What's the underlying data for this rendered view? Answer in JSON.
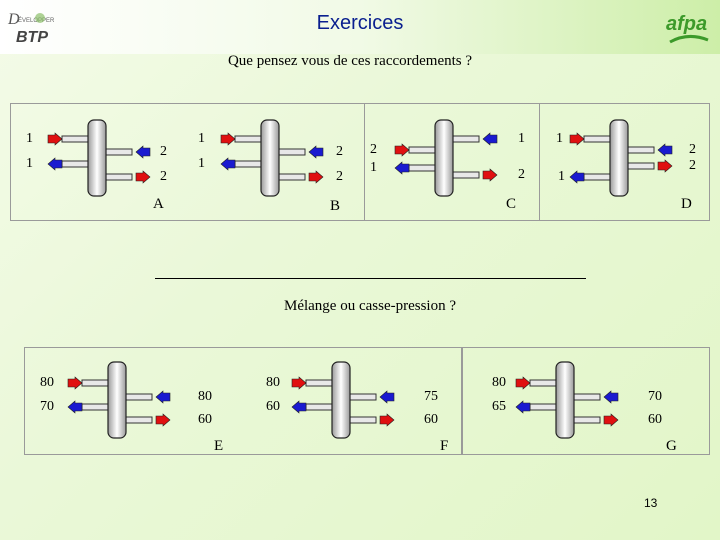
{
  "header": {
    "title": "Exercices",
    "logo_left_text": "BTP",
    "logo_right_text": "afpa"
  },
  "section1": {
    "question": "Que pensez vous de ces raccordements ?",
    "panels": [
      {
        "letter": "A",
        "left_in": "1",
        "left_out": "1",
        "right_in": "2",
        "right_out": "2"
      },
      {
        "letter": "B",
        "left_in": "1",
        "left_out": "1",
        "right_in": "2",
        "right_out": "2"
      },
      {
        "letter": "C",
        "left_in": "2",
        "left_out": "1",
        "right_in": "1",
        "right_out": "2"
      },
      {
        "letter": "D",
        "left_in": "1",
        "left_out": "1",
        "right_in": "2",
        "right_out": "2"
      }
    ]
  },
  "section2": {
    "question": "Mélange ou casse-pression ?",
    "panels": [
      {
        "letter": "E",
        "left_in": "80",
        "left_out": "70",
        "right_in": "80",
        "right_out": "60"
      },
      {
        "letter": "F",
        "left_in": "80",
        "left_out": "60",
        "right_in": "75",
        "right_out": "60"
      },
      {
        "letter": "G",
        "left_in": "80",
        "left_out": "65",
        "right_in": "70",
        "right_out": "60"
      }
    ]
  },
  "page_number": "13",
  "colors": {
    "title": "#0a1f8f",
    "red_arrow": "#e01010",
    "blue_arrow": "#1a1ad0"
  }
}
